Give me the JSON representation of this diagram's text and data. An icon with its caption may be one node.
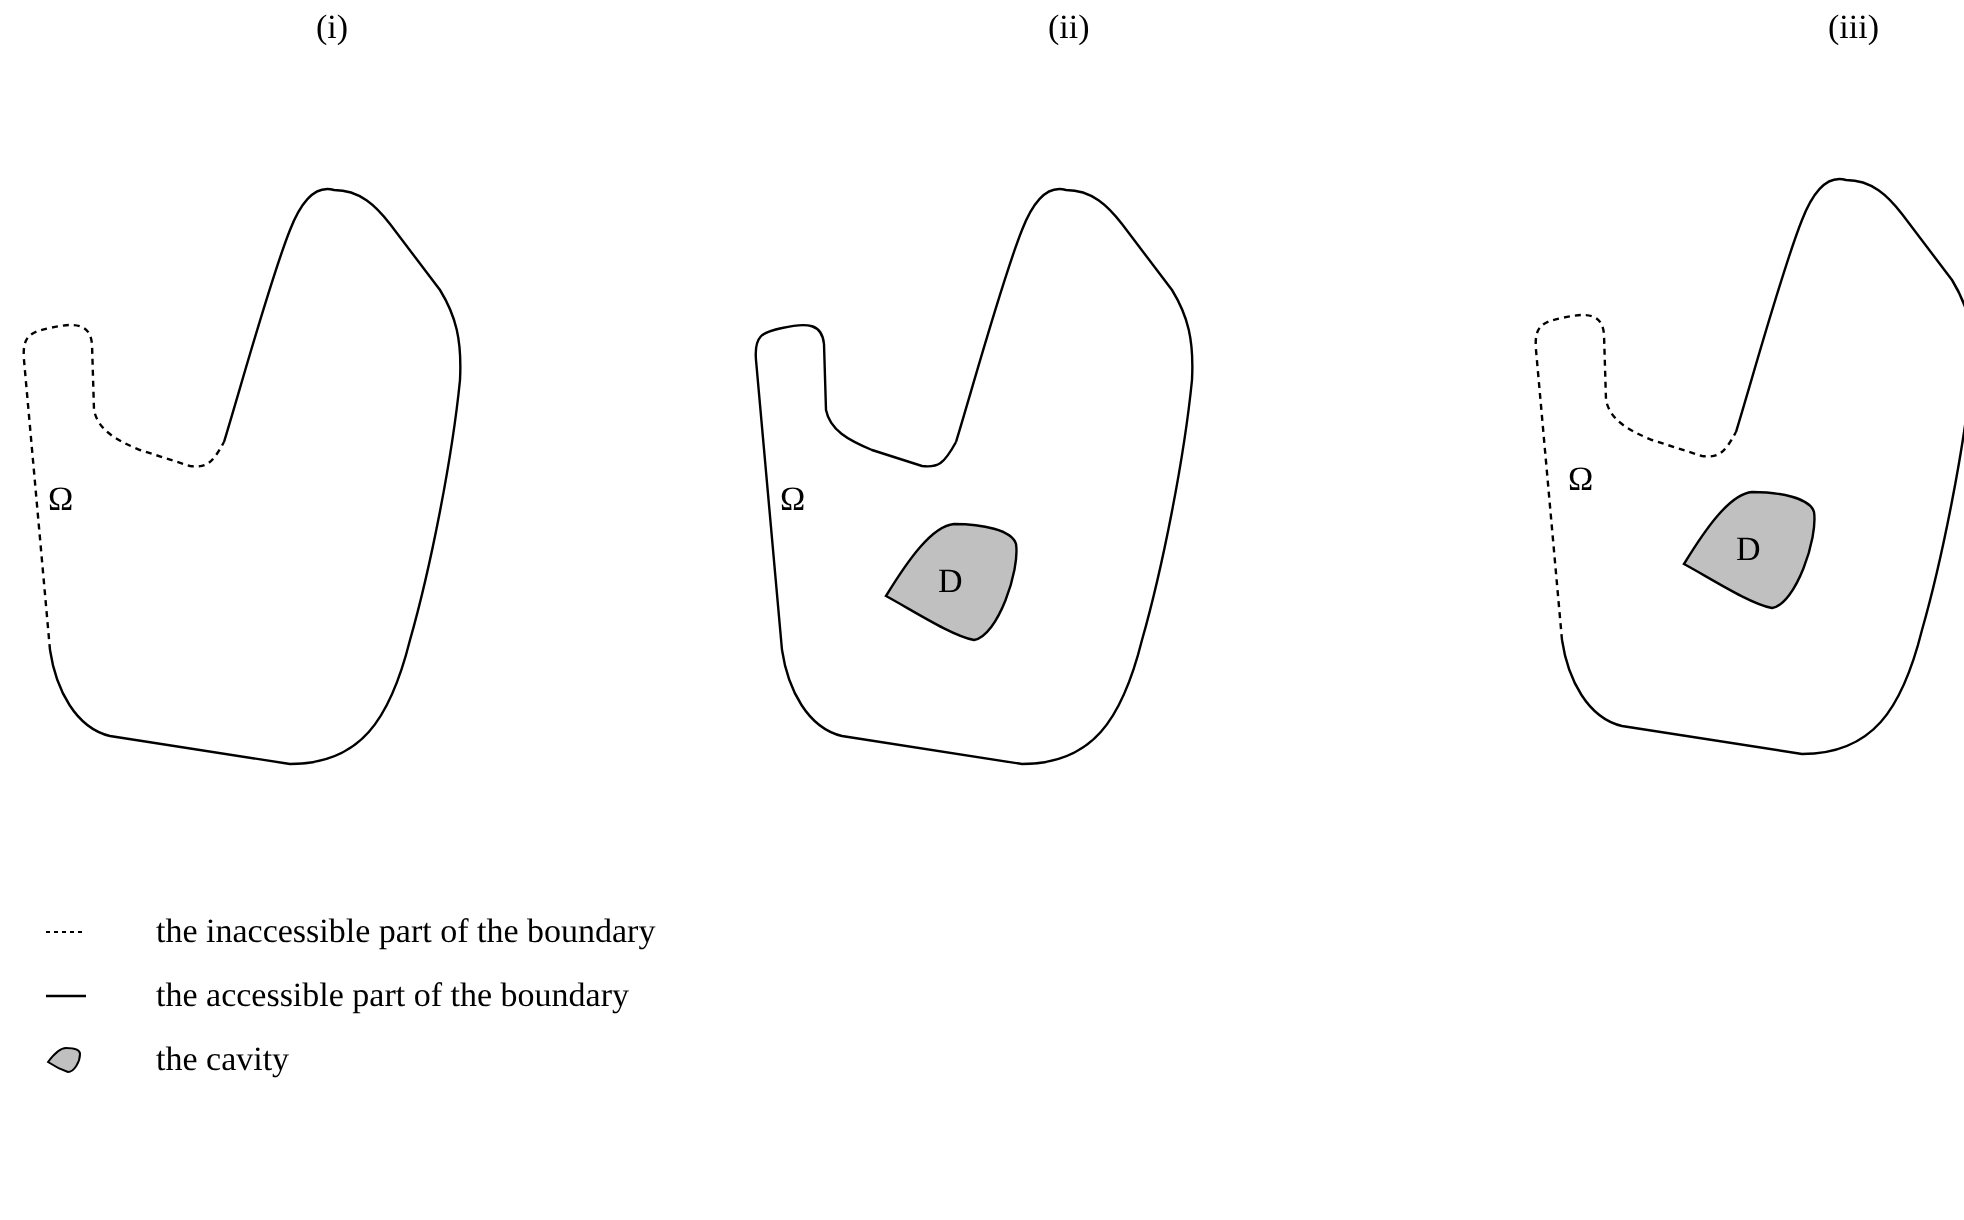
{
  "diagram": {
    "nodes": [
      {
        "text": [
          "Ω"
        ]
      },
      {
        "text": [
          "Ω"
        ]
      },
      {
        "text": [
          "D"
        ],
        "in": 1
      },
      {
        "text": [
          "Ω"
        ]
      },
      {
        "text": [
          "D"
        ],
        "in": 3
      }
    ],
    "labels": [
      "(i)",
      "(ii)",
      "(iii)"
    ],
    "legend": [
      {
        "text": "the inaccessible part of the boundary"
      },
      {
        "text": "the accessible part of the boundary"
      },
      {
        "text": "the cavity"
      }
    ]
  }
}
